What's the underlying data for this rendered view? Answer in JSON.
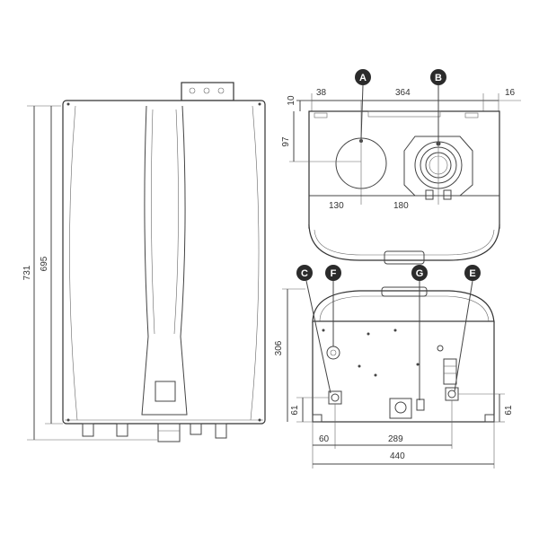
{
  "dimensions": {
    "height_total": "731",
    "height_body": "695",
    "top_offset": "10",
    "left_offset_top": "38",
    "flue_spacing": "364",
    "right_offset_top": "16",
    "flue_a_depth": "97",
    "flue_a_x": "130",
    "flue_b_x": "180",
    "connection_height": "306",
    "bottom_left_height": "61",
    "bottom_right_height": "61",
    "left_connection_x": "60",
    "connection_spacing": "289",
    "width_total": "440"
  },
  "callouts": {
    "a": "A",
    "b": "B",
    "c": "C",
    "e": "E",
    "f": "F",
    "g": "G"
  },
  "colors": {
    "badge": "#2b2b2b",
    "line": "#444444"
  }
}
